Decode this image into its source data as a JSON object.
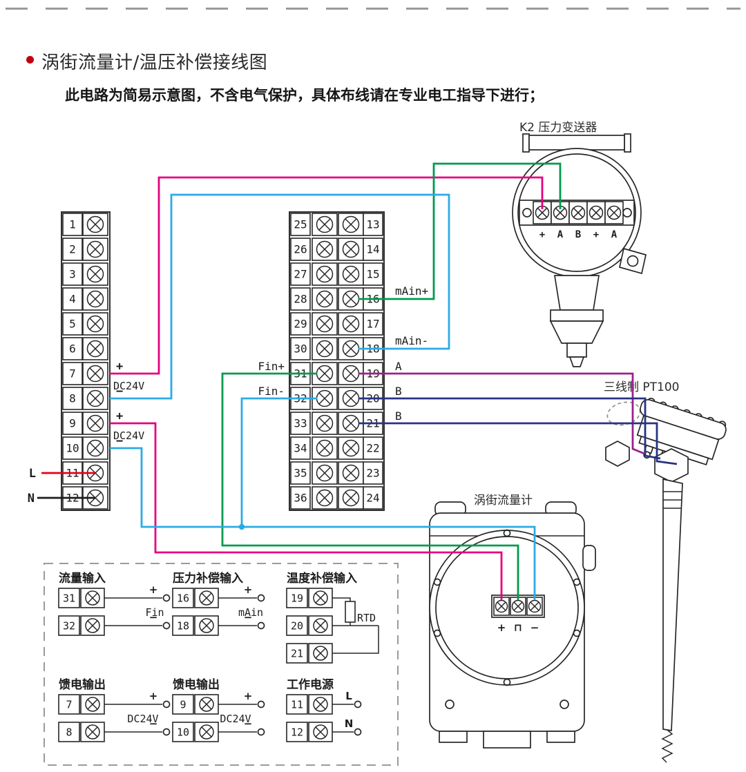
{
  "page": {
    "title": "涡街流量计/温压补偿接线图",
    "subtitle": "此电路为简易示意图，不含电气保护，具体布线请在专业电工指导下进行；"
  },
  "colors": {
    "magenta": "#e5007d",
    "cyan": "#2aabe4",
    "green": "#009a4e",
    "navy": "#283282",
    "purple": "#9c1f8e",
    "red": "#e60012",
    "black": "#1c1c1c"
  },
  "left_block": {
    "terminals": [
      "1",
      "2",
      "3",
      "4",
      "5",
      "6",
      "7",
      "8",
      "9",
      "10",
      "11",
      "12"
    ],
    "labels": {
      "plus_top": "+",
      "dc_top": "DC24V",
      "minus_top": "−",
      "plus_bot": "+",
      "dc_bot": "DC24V",
      "minus_bot": "−",
      "line": "L",
      "neutral": "N"
    }
  },
  "middle_block": {
    "left_terminals": [
      "25",
      "26",
      "27",
      "28",
      "29",
      "30",
      "31",
      "32",
      "33",
      "34",
      "35",
      "36"
    ],
    "right_terminals": [
      "13",
      "14",
      "15",
      "16",
      "17",
      "18",
      "19",
      "20",
      "21",
      "22",
      "23",
      "24"
    ],
    "left_labels": [
      {
        "text": "Fin+"
      },
      {
        "text": "Fin-"
      }
    ],
    "right_labels": [
      {
        "text": "mAin+"
      },
      {
        "text": "mAin-"
      },
      {
        "text": "A"
      },
      {
        "text": "B"
      },
      {
        "text": "B"
      }
    ]
  },
  "pressure_transmitter": {
    "label": "K2 压力变送器",
    "terminal_labels": [
      "+",
      "A",
      "B",
      "+",
      "A"
    ]
  },
  "pt100": {
    "label": "三线制 PT100"
  },
  "flowmeter": {
    "label": "涡街流量计",
    "terminal_labels": [
      "+",
      "⊓",
      "−"
    ]
  },
  "legend_panels": [
    {
      "title": "流量输入",
      "group_label": "Fin",
      "rows": [
        {
          "num": "31",
          "sign": "+"
        },
        {
          "num": "32",
          "sign": "−"
        }
      ]
    },
    {
      "title": "压力补偿输入",
      "group_label": "mAin",
      "rows": [
        {
          "num": "16",
          "sign": "+"
        },
        {
          "num": "18",
          "sign": "−"
        }
      ]
    },
    {
      "title": "温度补偿输入",
      "group_label": "RTD",
      "rows": [
        {
          "num": "19"
        },
        {
          "num": "20"
        },
        {
          "num": "21"
        }
      ]
    },
    {
      "title": "馈电输出",
      "group_label": "DC24V",
      "rows": [
        {
          "num": "7",
          "sign": "+"
        },
        {
          "num": "8",
          "sign": "−"
        }
      ]
    },
    {
      "title": "馈电输出",
      "group_label": "DC24V",
      "rows": [
        {
          "num": "9",
          "sign": "+"
        },
        {
          "num": "10",
          "sign": "−"
        }
      ]
    },
    {
      "title": "工作电源",
      "rows": [
        {
          "num": "11",
          "sign": "L"
        },
        {
          "num": "12",
          "sign": "N"
        }
      ]
    }
  ]
}
